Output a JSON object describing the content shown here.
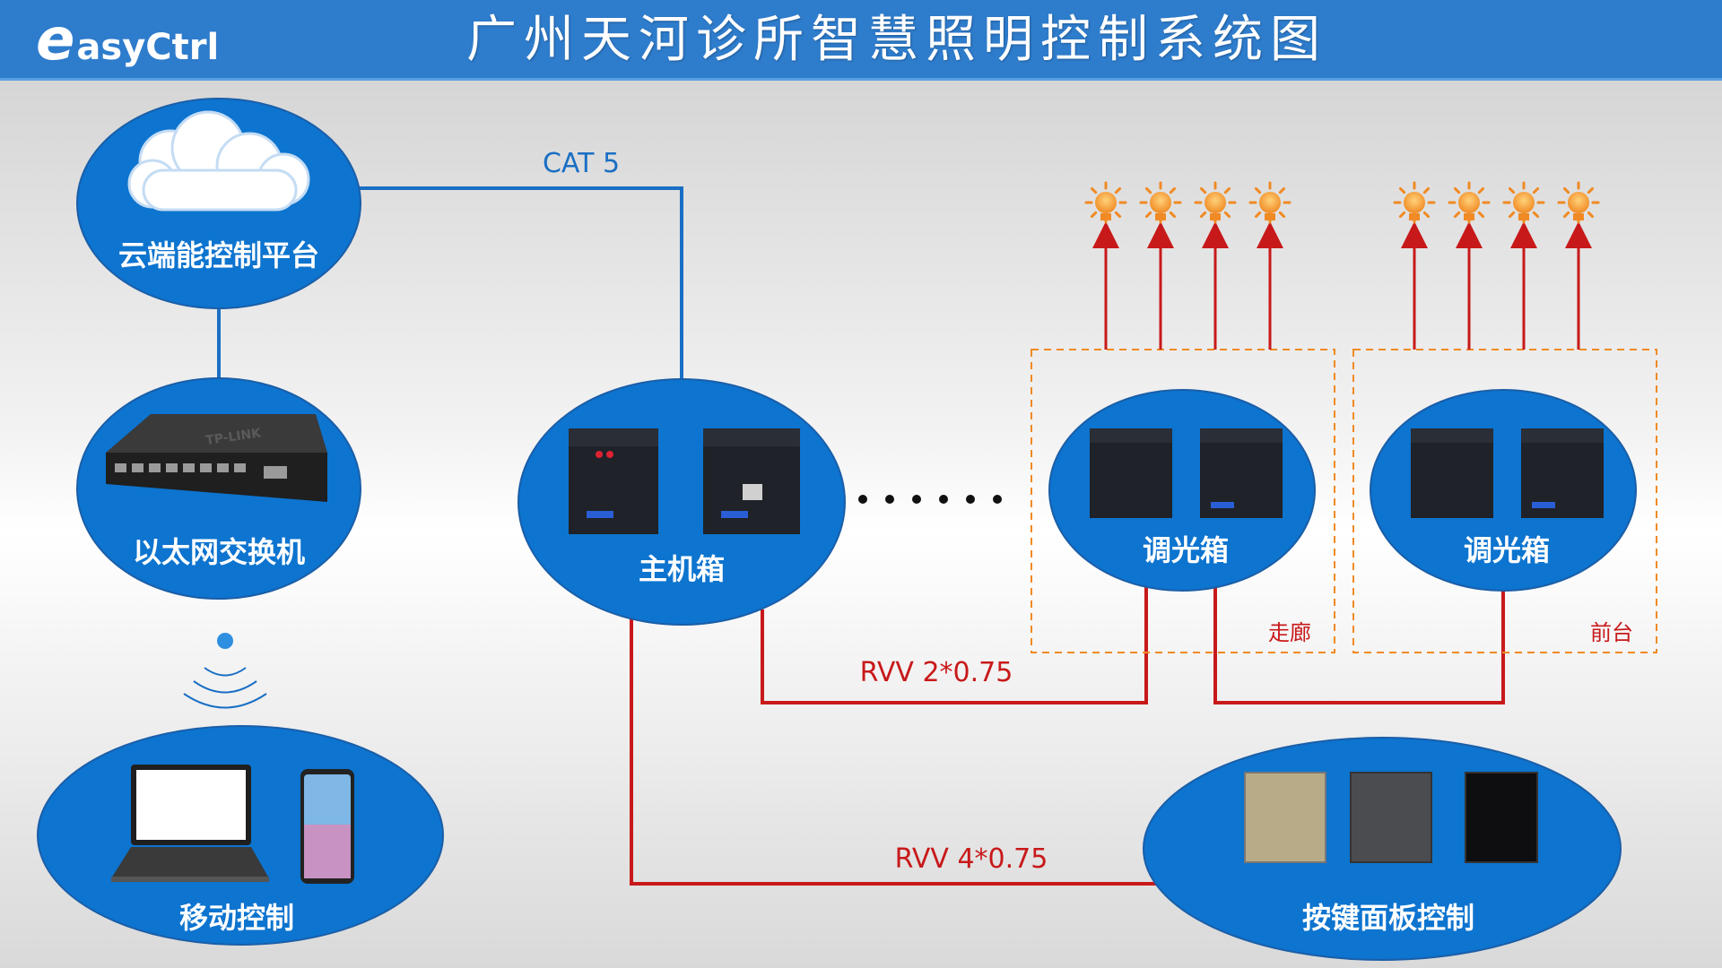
{
  "header": {
    "logo_e": "e",
    "logo_rest": "asyCtrl",
    "title": "广州天河诊所智慧照明控制系统图"
  },
  "nodes": {
    "cloud": "云端能控制平台",
    "switch": "以太网交换机",
    "mobile": "移动控制",
    "host": "主机箱",
    "dimmer_1": "调光箱",
    "dimmer_2": "调光箱",
    "panels": "按键面板控制"
  },
  "cables": {
    "cat5": "CAT 5",
    "rvv_2": "RVV 2*0.75",
    "rvv_4": "RVV 4*0.75"
  },
  "zones": {
    "corridor": "走廊",
    "reception": "前台"
  },
  "devices": {
    "switch_brand": "TP-LINK"
  },
  "colors": {
    "header": "#2e7ccc",
    "node_fill": "#0d74cf",
    "network_line": "#1a6fc4",
    "bus_line": "#c8191a",
    "lamp": "#f08a24",
    "zone_border": "#f08a24"
  }
}
